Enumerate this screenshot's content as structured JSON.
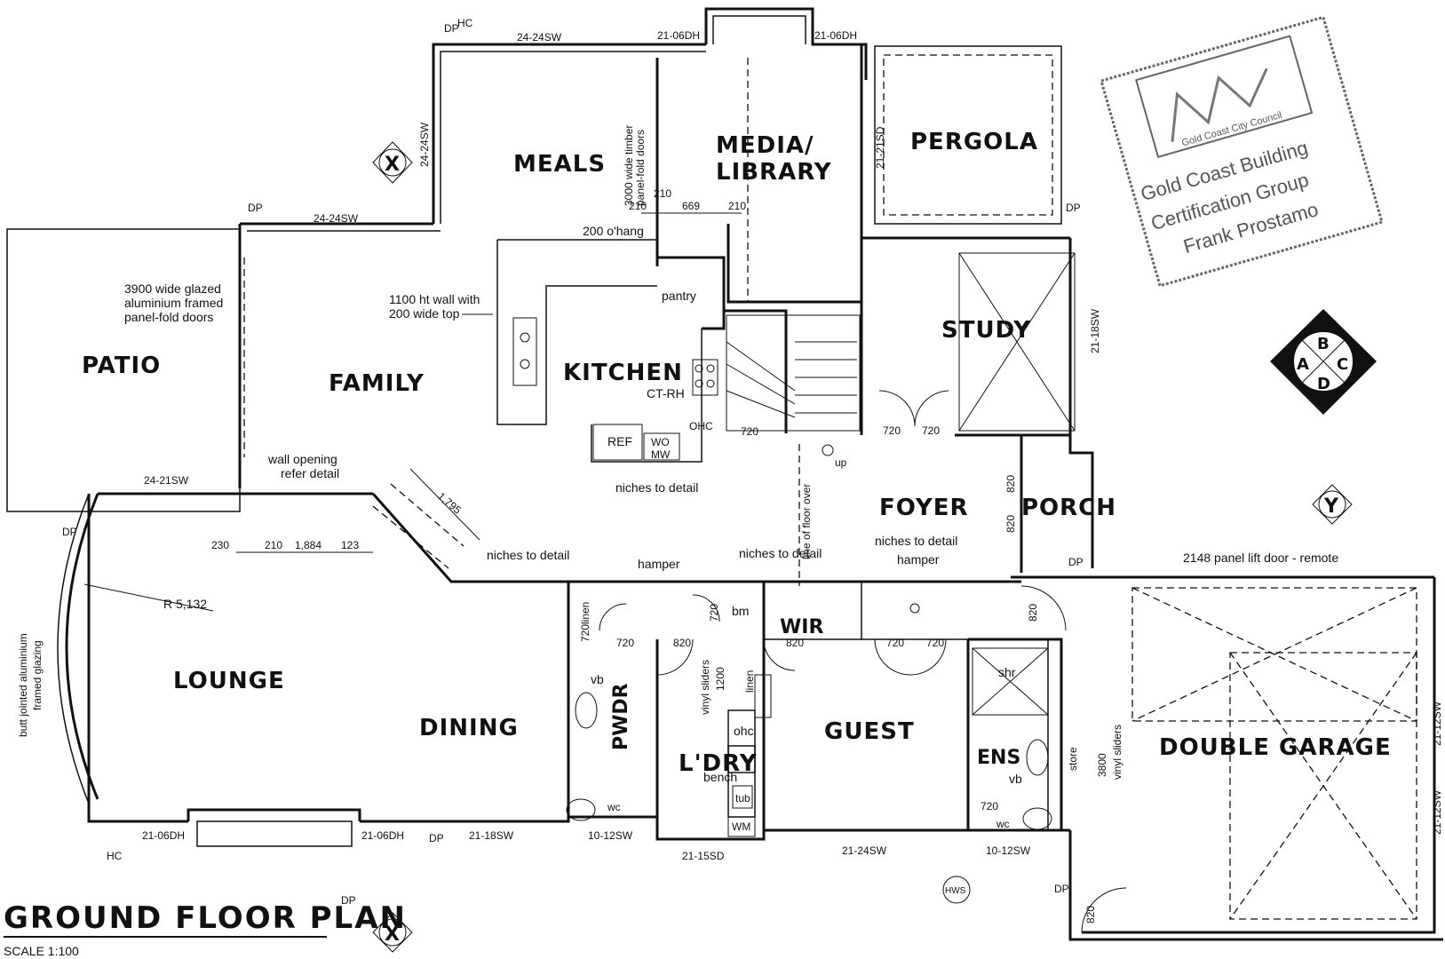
{
  "title": "GROUND FLOOR PLAN",
  "scale": "SCALE 1:100",
  "rooms": {
    "meals": "MEALS",
    "media": "MEDIA/",
    "library": "LIBRARY",
    "pergola": "PERGOLA",
    "patio": "PATIO",
    "family": "FAMILY",
    "kitchen": "KITCHEN",
    "study": "STUDY",
    "foyer": "FOYER",
    "porch": "PORCH",
    "lounge": "LOUNGE",
    "dining": "DINING",
    "pwdr": "PWDR",
    "ldry": "L'DRY",
    "guest": "GUEST",
    "wir": "WIR",
    "ens": "ENS",
    "garage": "DOUBLE GARAGE"
  },
  "notes": {
    "glazed_doors": [
      "3900 wide glazed",
      "aluminium framed",
      "panel-fold doors"
    ],
    "wall_1100": [
      "1100 ht wall with",
      "200 wide top"
    ],
    "timber_doors": [
      "3000 wide timber",
      "panel-fold doors"
    ],
    "wall_opening": [
      "wall opening",
      "refer detail"
    ],
    "niches_kitchen": "niches to detail",
    "niches_dining": "niches to detail",
    "niches_stair": "niches to detail",
    "niches_foyer": "niches to detail",
    "hamper_a": "hamper",
    "hamper_b": "hamper",
    "panel_lift": "2148 panel lift door - remote",
    "line_floor": "line of floor over",
    "butt_glazing": [
      "butt jointed aluminium",
      "framed glazing"
    ],
    "vinyl_1200": [
      "vinyl sliders",
      "1200"
    ],
    "vinyl_3800": [
      "3800",
      "vinyl sliders"
    ],
    "ohang": "200 o'hang",
    "radius": "R 5,132",
    "up": "up"
  },
  "labels": {
    "sw_top": "24-24SW",
    "sw_left_top": "24-24SW",
    "sw_mid": "24-24SW",
    "sw_patio": "24-21SW",
    "dh_top_a": "21-06DH",
    "dh_top_b": "21-06DH",
    "sd_pergola": "21-21SD",
    "sw_study": "21-18SW",
    "dh_bottom_a": "21-06DH",
    "dh_bottom_b": "21-06DH",
    "sw_dining": "21-18SW",
    "sw_pwdr": "10-12SW",
    "sd_ldry": "21-15SD",
    "sw_guest": "21-24SW",
    "sw_ens": "10-12SW",
    "sw_garage_a": "21-12SW",
    "sw_garage_b": "21-12SW",
    "dp": "DP",
    "hc": "HC",
    "hws": "HWS",
    "ref": "REF",
    "wo": "WO",
    "mw": "MW",
    "ct_rh": "CT-RH",
    "ohc": "OHC",
    "pantry": "pantry",
    "linen": "linen",
    "linen2": "linen",
    "vb": "vb",
    "vb2": "vb",
    "wc": "wc",
    "wc2": "wc",
    "bm": "bm",
    "ohc2": "ohc",
    "bench": "bench",
    "tub": "tub",
    "wm": "WM",
    "shr": "shr",
    "store": "store",
    "x": "X",
    "y": "Y",
    "compass_a": "A",
    "compass_b": "B",
    "compass_c": "C",
    "compass_d": "D"
  },
  "dims": {
    "d720": "720",
    "d820": "820",
    "d210": "210",
    "d669": "669",
    "d230": "230",
    "d1884": "1,884",
    "d123": "123",
    "d1795": "1,795"
  },
  "stamp": {
    "line1": "Gold Coast Building",
    "line2": "Certification Group",
    "line3": "Frank Prostamo",
    "council": "Gold Coast City Council"
  }
}
